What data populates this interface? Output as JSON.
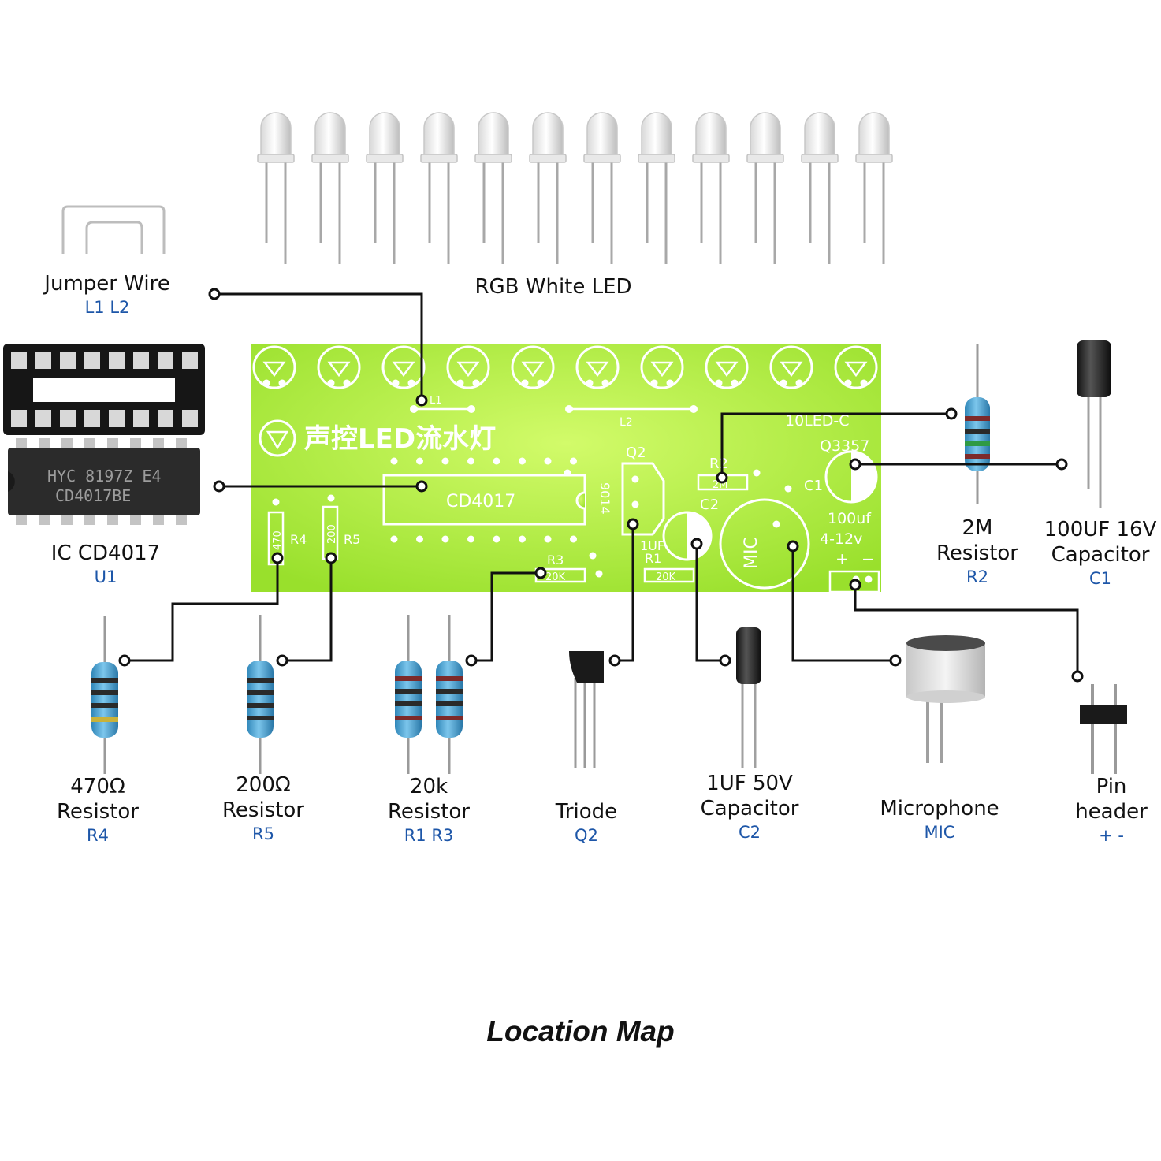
{
  "title": "Location Map",
  "labels": {
    "jumper": {
      "name": "Jumper Wire",
      "ref": "L1 L2"
    },
    "led": {
      "name": "RGB White LED"
    },
    "ic": {
      "name": "IC CD4017",
      "ref": "U1"
    },
    "r2": {
      "name1": "2M",
      "name2": "Resistor",
      "ref": "R2"
    },
    "c1": {
      "name1": "100UF 16V",
      "name2": "Capacitor",
      "ref": "C1"
    },
    "r4": {
      "name1": "470Ω",
      "name2": "Resistor",
      "ref": "R4"
    },
    "r5": {
      "name1": "200Ω",
      "name2": "Resistor",
      "ref": "R5"
    },
    "r1r3": {
      "name1": "20k",
      "name2": "Resistor",
      "ref": "R1 R3"
    },
    "q2": {
      "name": "Triode",
      "ref": "Q2"
    },
    "c2": {
      "name1": "1UF 50V",
      "name2": "Capacitor",
      "ref": "C2"
    },
    "mic": {
      "name": "Microphone",
      "ref": "MIC"
    },
    "pin": {
      "name1": "Pin",
      "name2": "header",
      "ref": "+ -"
    }
  },
  "pcb": {
    "board_title": "声控LED流水灯",
    "board_code": "10LED-C",
    "ic_label": "CD4017",
    "chip_brand": "HYC  8197Z E4",
    "chip_part": "CD4017BE",
    "silk": {
      "l1": "L1",
      "l2": "L2",
      "q2": "Q2",
      "r2": "R2",
      "r2_value": "2M",
      "c1": "C1",
      "c2": "C2",
      "q3357": "Q3357",
      "cap100": "100uf",
      "volt": "4-12v",
      "plus": "+",
      "minus": "−",
      "r3": "R3",
      "r3_value": "20K",
      "r1": "R1",
      "r1_value": "20K",
      "c2_value": "1UF",
      "r4": "R4",
      "r4_value": "470",
      "r5": "R5",
      "r5_value": "200",
      "q_code": "9014",
      "mic": "MIC"
    }
  },
  "colors": {
    "pcb_green": "#b6f03c",
    "resistor_blue": "#4fa7d6",
    "wire": "#111111",
    "ref_blue": "#1d56a8"
  }
}
